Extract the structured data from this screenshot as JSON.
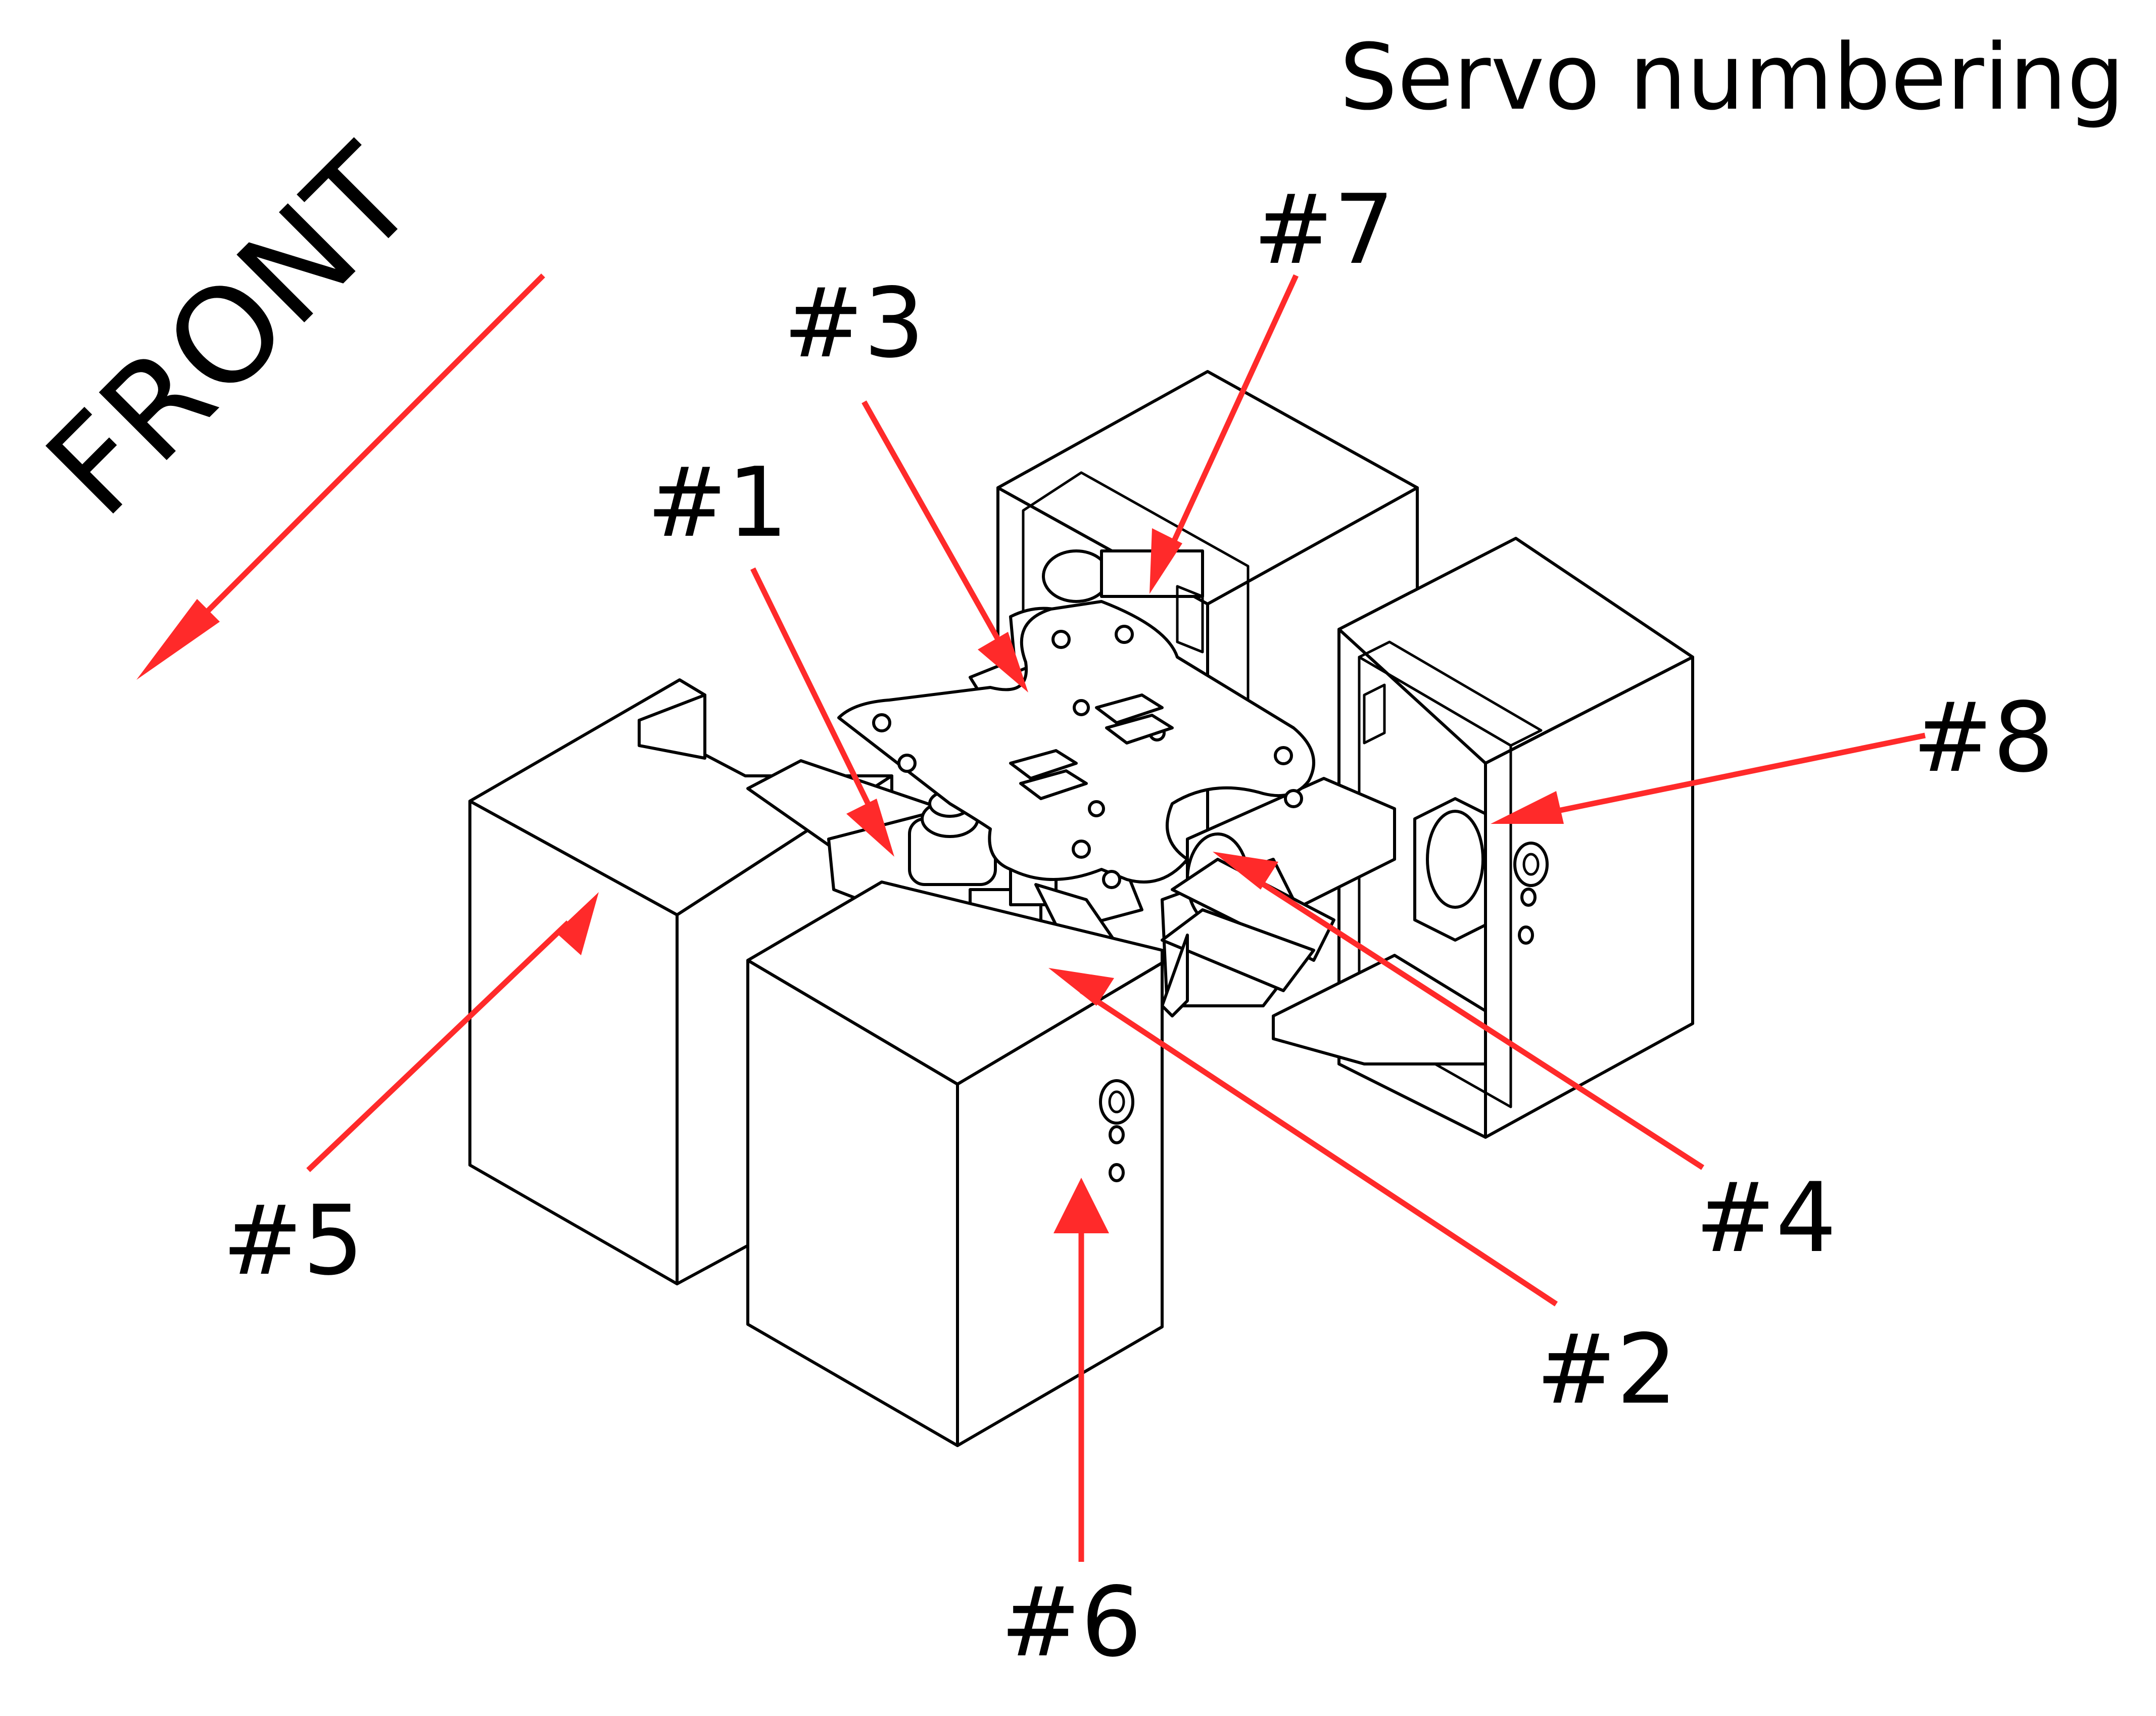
{
  "title": "Servo numbering",
  "front_label": "FRONT",
  "servo_labels": [
    "#1",
    "#2",
    "#3",
    "#4",
    "#5",
    "#6",
    "#7",
    "#8"
  ],
  "colors": {
    "arrow": "#ff2a2a",
    "line": "#000000",
    "background": "#ffffff"
  }
}
